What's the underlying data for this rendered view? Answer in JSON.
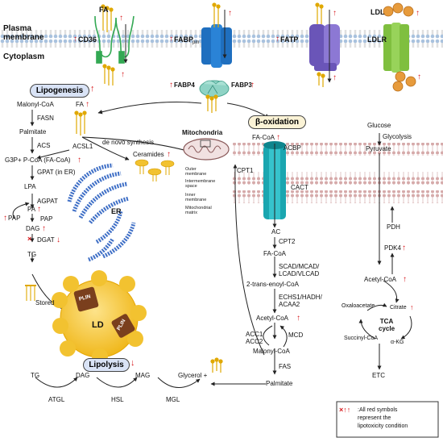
{
  "membrane": {
    "plasma": "Plasma\nmembrane",
    "cytoplasm": "Cytoplasm"
  },
  "transporters": {
    "fa_top": "FA",
    "cd36": "CD36",
    "fabppm_main": "FABP",
    "fabppm_sub": "pm",
    "fatp": "FATP",
    "ldl": "LDL",
    "ldlr": "LDLR",
    "fabp4": "FABP4",
    "fabp3": "FABP3"
  },
  "lipogenesis": {
    "title": "Lipogenesis",
    "malonyl": "Malonyl-CoA",
    "fasn": "FASN",
    "palmitate": "Palmitate",
    "acs": "ACS",
    "g3p": "G3P+ P-CoA (FA-CoA)",
    "gpat": "GPAT (in ER)",
    "lpa": "LPA",
    "agpat": "AGPAT",
    "pa": "PA",
    "pap_left": "PAP",
    "pap_mid": "PAP",
    "dag": "DAG",
    "dgat": "DGAT",
    "tg": "TG",
    "er": "ER",
    "fa": "FA",
    "acsl1": "ACSL1",
    "denovo": "de novo synthesis",
    "ceramides": "Ceramides"
  },
  "ld": {
    "stored": "Stored",
    "ld": "LD",
    "plin1": "PLIN",
    "plin2": "PLIN"
  },
  "lipolysis": {
    "title": "Lipolysis",
    "tg": "TG",
    "dag": "DAG",
    "mag": "MAG",
    "glycerol": "Glycerol +",
    "atgl": "ATGL",
    "hsl": "HSL",
    "mgl": "MGL"
  },
  "mito": {
    "title": "Mitochondria",
    "outer": "Outer\nmembrane",
    "inter": "Intermembrane\nspace",
    "inner": "Inner\nmembrane",
    "matrix": "Mitochondrial\nmatrix",
    "fa_coa": "FA-CoA",
    "acbp": "ACBP",
    "cpt1": "CPT1",
    "cact": "CACT",
    "ac": "AC",
    "cpt2": "CPT2"
  },
  "beta": {
    "title": "β-oxidation",
    "fa_coa": "FA-CoA",
    "enz1": "SCAD/MCAD/\nLCAD/VLCAD",
    "enoyl": "2-trans-enoyl-CoA",
    "enz2": "ECHS1/HADH/\nACAA2",
    "acetyl": "Acetyl-CoA",
    "acc": "ACC1\nACC2",
    "mcd": "MCD",
    "malonyl": "Malonyl-CoA",
    "fas": "FAS",
    "palmitate": "Palmitate"
  },
  "glucose": {
    "glucose": "Glucose",
    "glycolysis": "Glycolysis",
    "pyruvate": "Pyruvate",
    "pdh": "PDH",
    "pdk4": "PDK4",
    "acetyl": "Acetyl-CoA",
    "oxaloacetate": "Oxaloacetate",
    "citrate": "Citrate",
    "tca": "TCA\ncycle",
    "succinyl": "Succinyl-CoA",
    "akg": "α-KG",
    "etc": "ETC"
  },
  "legend": {
    "symbols": "×↑↑",
    "text": ":All red symbols\nrepresent the\nlipotoxicity condition"
  },
  "symbols": {
    "up": "↑",
    "down": "↓",
    "cross": "×"
  },
  "colors": {
    "red": "#d7191c",
    "membrane": "#b9cde3",
    "cd36": "#33a853",
    "fabppm": "#1f6fbf",
    "fatp": "#6a55b8",
    "ldlr": "#7fbf3f",
    "ld": "#f2c230",
    "plin": "#7a3f1d",
    "cpt": "#1aa6b0",
    "er": "#3f6fc6",
    "mito_mem": "#c99a9a"
  }
}
